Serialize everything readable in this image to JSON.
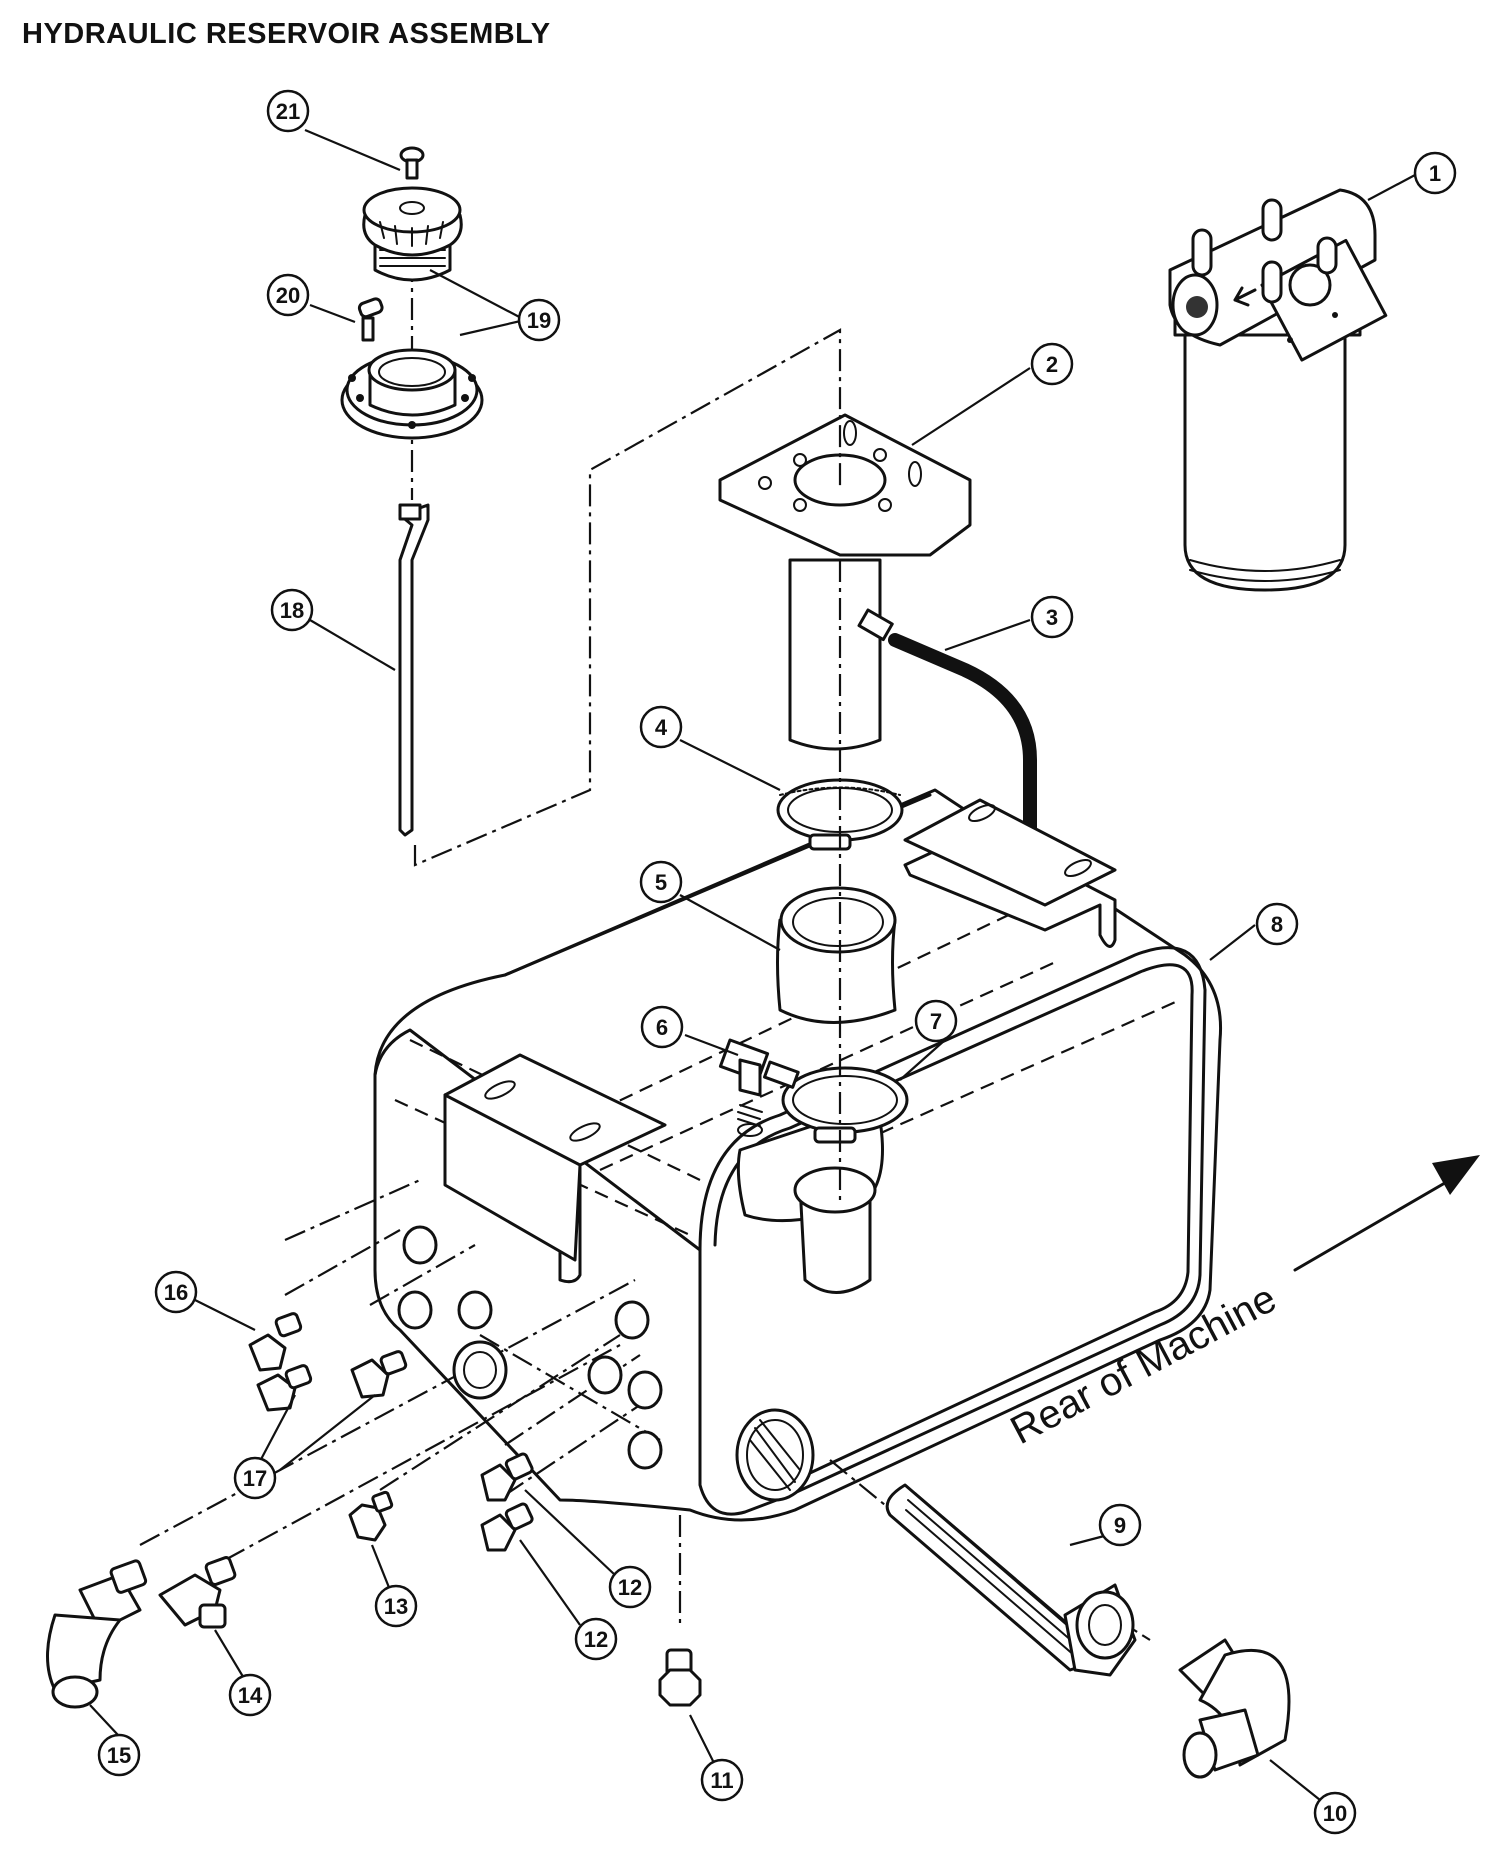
{
  "page": {
    "title": "HYDRAULIC RESERVOIR ASSEMBLY"
  },
  "annotation": {
    "direction_text": "Rear of Machine"
  },
  "callouts": [
    {
      "id": "1",
      "label": "1"
    },
    {
      "id": "2",
      "label": "2"
    },
    {
      "id": "3",
      "label": "3"
    },
    {
      "id": "4",
      "label": "4"
    },
    {
      "id": "5",
      "label": "5"
    },
    {
      "id": "6",
      "label": "6"
    },
    {
      "id": "7",
      "label": "7"
    },
    {
      "id": "8",
      "label": "8"
    },
    {
      "id": "9",
      "label": "9"
    },
    {
      "id": "10",
      "label": "10"
    },
    {
      "id": "11",
      "label": "11"
    },
    {
      "id": "12a",
      "label": "12"
    },
    {
      "id": "12b",
      "label": "12"
    },
    {
      "id": "13",
      "label": "13"
    },
    {
      "id": "14",
      "label": "14"
    },
    {
      "id": "15",
      "label": "15"
    },
    {
      "id": "16",
      "label": "16"
    },
    {
      "id": "17",
      "label": "17"
    },
    {
      "id": "18",
      "label": "18"
    },
    {
      "id": "19",
      "label": "19"
    },
    {
      "id": "20",
      "label": "20"
    },
    {
      "id": "21",
      "label": "21"
    }
  ],
  "colors": {
    "ink": "#111111",
    "background": "#ffffff"
  }
}
